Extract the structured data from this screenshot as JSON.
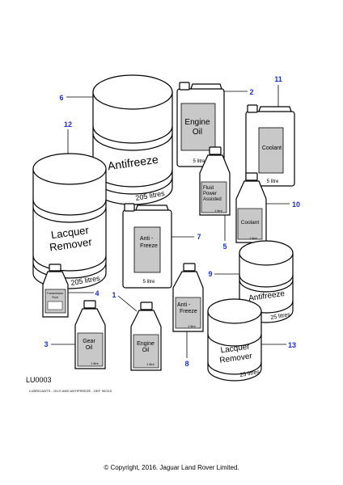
{
  "diagram_code": "LU0003",
  "subtitle": "LUBRICANTS - OILS AND ANTIFREEZE - DEF 90/110",
  "copyright": "© Copyright, 2016. Jaguar Land Rover Limited.",
  "containers": {
    "drum_antifreeze_205": {
      "label": "Antifreeze",
      "volume": "205 litres"
    },
    "drum_lacquer_205": {
      "label_line1": "Lacquer",
      "label_line2": "Remover",
      "volume": "205 litres"
    },
    "can_engine_oil_5": {
      "label_line1": "Engine",
      "label_line2": "Oil",
      "volume": "5 litre"
    },
    "can_coolant_5": {
      "label": "Coolant",
      "volume": "5 litre"
    },
    "can_antifreeze_5": {
      "label_line1": "Anti -",
      "label_line2": "Freeze",
      "volume": "5 litre"
    },
    "bottle_fluid_power": {
      "line1": "Fluid",
      "line2": "Power",
      "line3": "Assisted",
      "volume": "1 litre"
    },
    "bottle_coolant_1": {
      "label": "Coolant",
      "volume": "1 litre"
    },
    "bottle_transmission": {
      "line1": "Transmission",
      "line2": "Fluid"
    },
    "bottle_gear_oil": {
      "line1": "Gear",
      "line2": "Oil",
      "volume": "1 litre"
    },
    "bottle_engine_oil_1": {
      "line1": "Engine",
      "line2": "Oil",
      "volume": "1 litre"
    },
    "bottle_antifreeze_1": {
      "line1": "Anti -",
      "line2": "Freeze",
      "volume": "1 litre"
    },
    "drum_antifreeze_25": {
      "label": "Antifreeze",
      "volume": "25 litres"
    },
    "drum_lacquer_25": {
      "label_line1": "Lacquer",
      "label_line2": "Remover",
      "volume": "25 litres"
    }
  },
  "callouts": {
    "c1": "1",
    "c2": "2",
    "c3": "3",
    "c4": "4",
    "c5": "5",
    "c6": "6",
    "c7": "7",
    "c8": "8",
    "c9": "9",
    "c10": "10",
    "c11": "11",
    "c12": "12",
    "c13": "13"
  }
}
